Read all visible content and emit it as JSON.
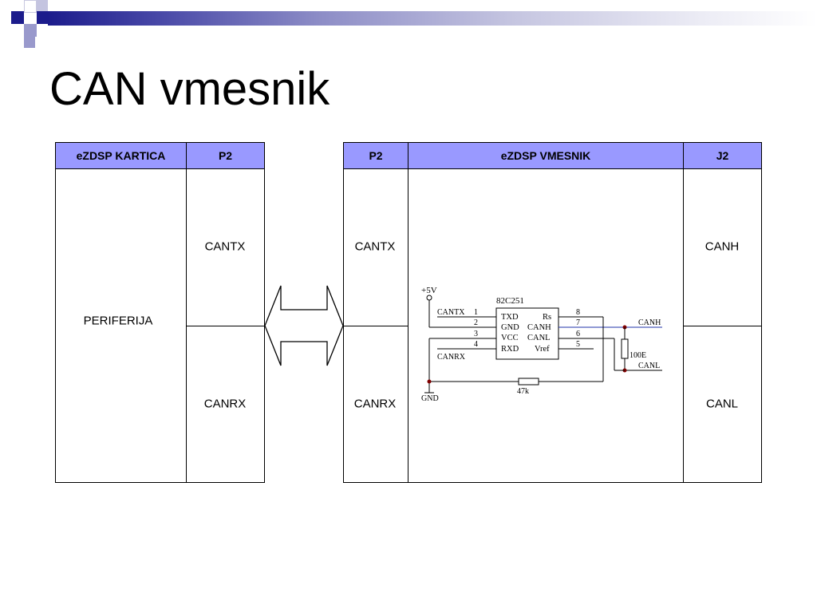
{
  "slide": {
    "title": "CAN vmesnik"
  },
  "left_table": {
    "headers": [
      "eZDSP KARTICA",
      "P2"
    ],
    "left_cell": "PERIFERIJA",
    "pins": [
      "CANTX",
      "CANRX"
    ]
  },
  "right_table": {
    "headers": [
      "P2",
      "eZDSP VMESNIK",
      "J2"
    ],
    "p2_pins": [
      "CANTX",
      "CANRX"
    ],
    "j2_pins": [
      "CANH",
      "CANL"
    ]
  },
  "schematic": {
    "supply": "+5V",
    "ground": "GND",
    "chip_name": "82C251",
    "left_pins": [
      {
        "num": "1",
        "name": "TXD"
      },
      {
        "num": "2",
        "name": "GND"
      },
      {
        "num": "3",
        "name": "VCC"
      },
      {
        "num": "4",
        "name": "RXD"
      }
    ],
    "right_pins": [
      {
        "num": "8",
        "name": "Rs"
      },
      {
        "num": "7",
        "name": "CANH"
      },
      {
        "num": "6",
        "name": "CANL"
      },
      {
        "num": "5",
        "name": "Vref"
      }
    ],
    "net_cantx": "CANTX",
    "net_canrx": "CANRX",
    "net_canh": "CANH",
    "net_canl": "CANL",
    "resistor_term": "100E",
    "resistor_rs": "47k"
  },
  "colors": {
    "header_fill": "#9999ff",
    "title_bar_dark": "#1c1c8c",
    "junction_dot": "#800000",
    "canh_wire": "#2233aa"
  }
}
